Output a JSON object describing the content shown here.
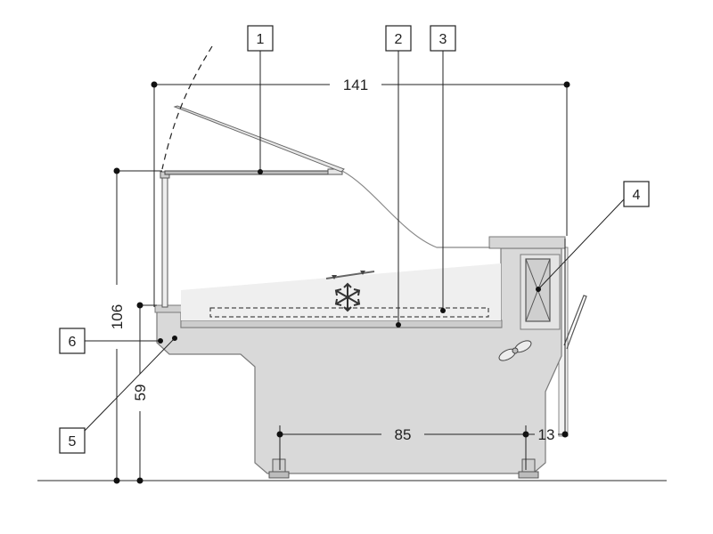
{
  "callouts": [
    {
      "label": "1"
    },
    {
      "label": "2"
    },
    {
      "label": "3"
    },
    {
      "label": "4"
    },
    {
      "label": "5"
    },
    {
      "label": "6"
    }
  ],
  "dimensions": {
    "overall_width": "141",
    "base_width": "85",
    "foot_offset": "13",
    "total_height": "106",
    "counter_height": "59"
  },
  "icons": {
    "refrigeration": "snowflake-icon",
    "fan": "fan-icon"
  },
  "colors": {
    "body": "#d9d9d9",
    "outline": "#7a7a7a",
    "lines": "#222222"
  }
}
